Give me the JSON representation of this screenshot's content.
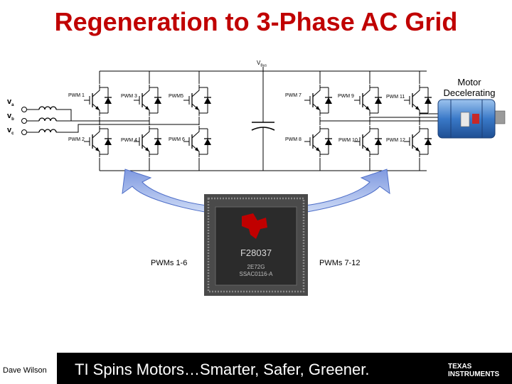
{
  "title": "Regeneration to 3-Phase AC Grid",
  "vbus": {
    "main": "V",
    "sub": "Bus"
  },
  "motor_label_line1": "Motor",
  "motor_label_line2": "Decelerating",
  "grid_sources": [
    "v",
    "v",
    "v"
  ],
  "grid_source_subs": [
    "a",
    "b",
    "c"
  ],
  "pwm_labels": [
    "PWM 1",
    "PWM 3",
    "PWM5",
    "PWM 2",
    "PWM 4",
    "PWM 6",
    "PWM 7",
    "PWM 9",
    "PWM 11",
    "PWM 8",
    "PWM 10",
    "PWM 12"
  ],
  "chip": {
    "name": "F28037",
    "line2": "2E72G",
    "line3": "SSAC0116-A"
  },
  "left_arrow_label": "PWMs 1-6",
  "right_arrow_label": "PWMs 7-12",
  "footer": {
    "author": "Dave Wilson",
    "slogan": "TI Spins Motors…Smarter, Safer, Greener.",
    "logo_line1": "TEXAS",
    "logo_line2": "INSTRUMENTS"
  },
  "colors": {
    "title": "#c00000",
    "arrow": "#4f6fc8",
    "chip_body": "#2b2b2b",
    "chip_logo": "#c00000",
    "footer_bg": "#000000",
    "motor_body": "#3a79c8"
  }
}
